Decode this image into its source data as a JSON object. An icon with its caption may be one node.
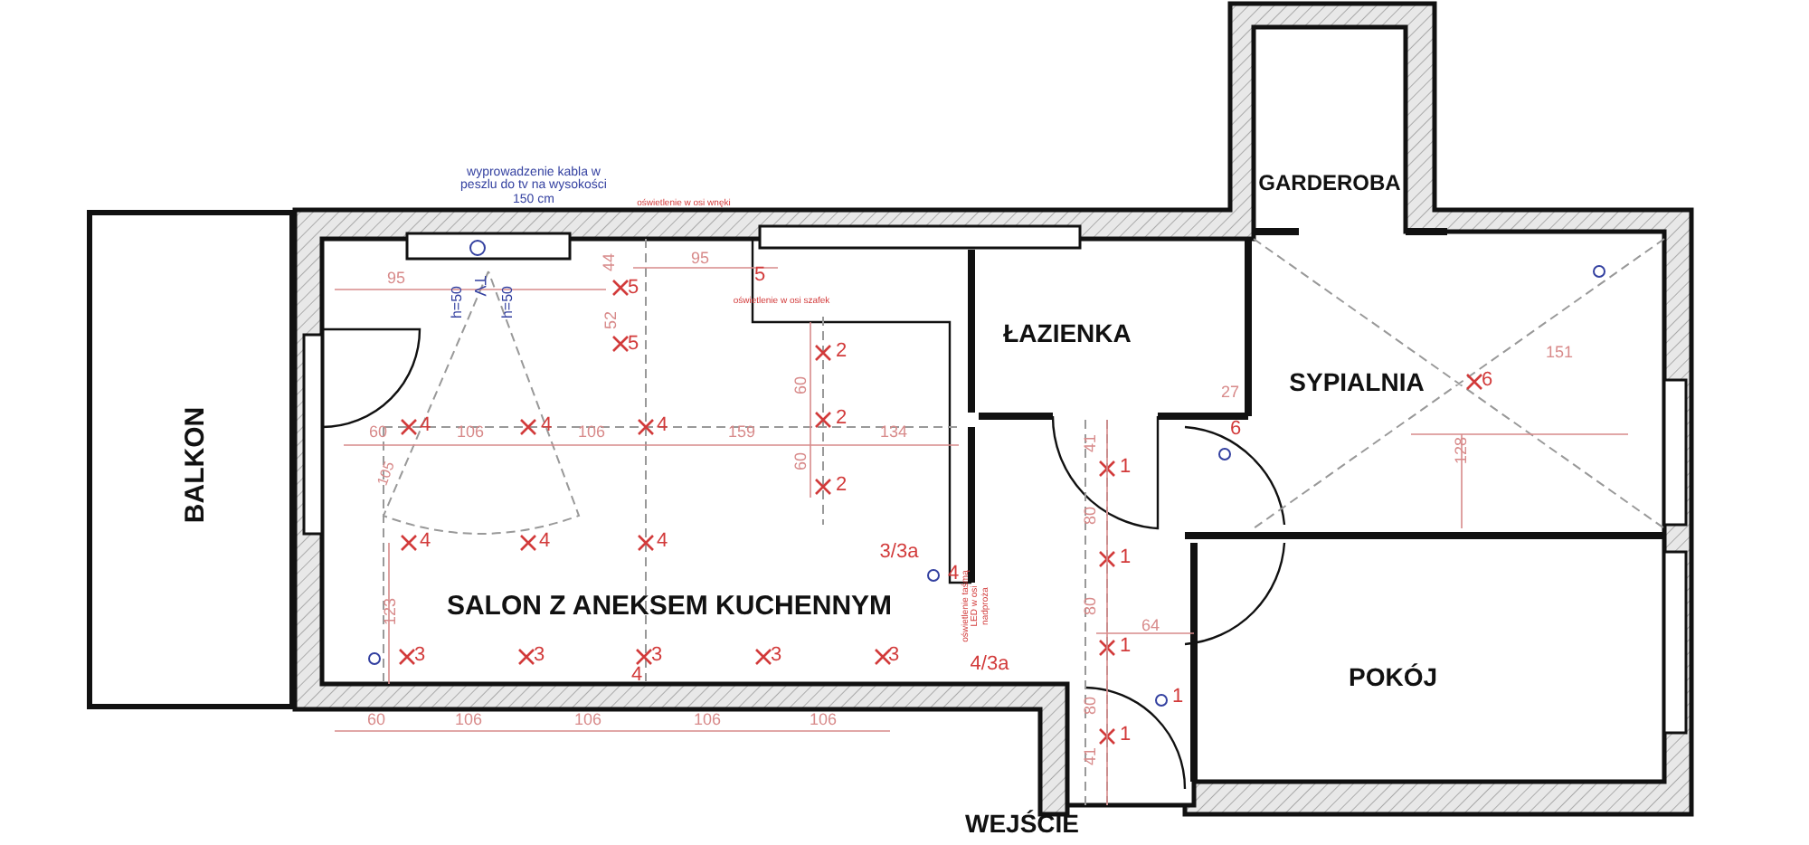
{
  "diagram": {
    "nodes": [
      {
        "text": [
          "BALKON"
        ]
      },
      {
        "text": [
          "SALON Z ANEKSEM KUCHENNYM"
        ]
      },
      {
        "text": [
          "ŁAZIENKA"
        ]
      },
      {
        "text": [
          "GARDEROBA"
        ]
      },
      {
        "text": [
          "SYPIALNIA"
        ]
      },
      {
        "text": [
          "POKÓJ"
        ]
      },
      {
        "text": [
          "WEJŚCIE"
        ]
      }
    ],
    "labels": [
      "wyprowadzenie kabla w peszlu do tv na wysokości 150 cm",
      "oświetlenie w osi wnęki",
      "95",
      "44",
      "95",
      "TV",
      "h=50",
      "h=50",
      "5",
      "5",
      "52",
      "oświetlenie w osi szafek",
      "5",
      "2",
      "60",
      "2",
      "60",
      "4",
      "106",
      "4",
      "106",
      "4",
      "159",
      "134",
      "60",
      "2",
      "27",
      "6",
      "41",
      "1",
      "105",
      "4",
      "4",
      "4",
      "3/3a",
      "4",
      "80",
      "1",
      "123",
      "oświetlenie taśmą LED w osi nadproża",
      "64",
      "80",
      "1",
      "3",
      "3",
      "4",
      "3",
      "3",
      "3",
      "4/3a",
      "1",
      "60",
      "106",
      "106",
      "106",
      "106",
      "80",
      "1",
      "41",
      "151",
      "128",
      "6"
    ]
  }
}
